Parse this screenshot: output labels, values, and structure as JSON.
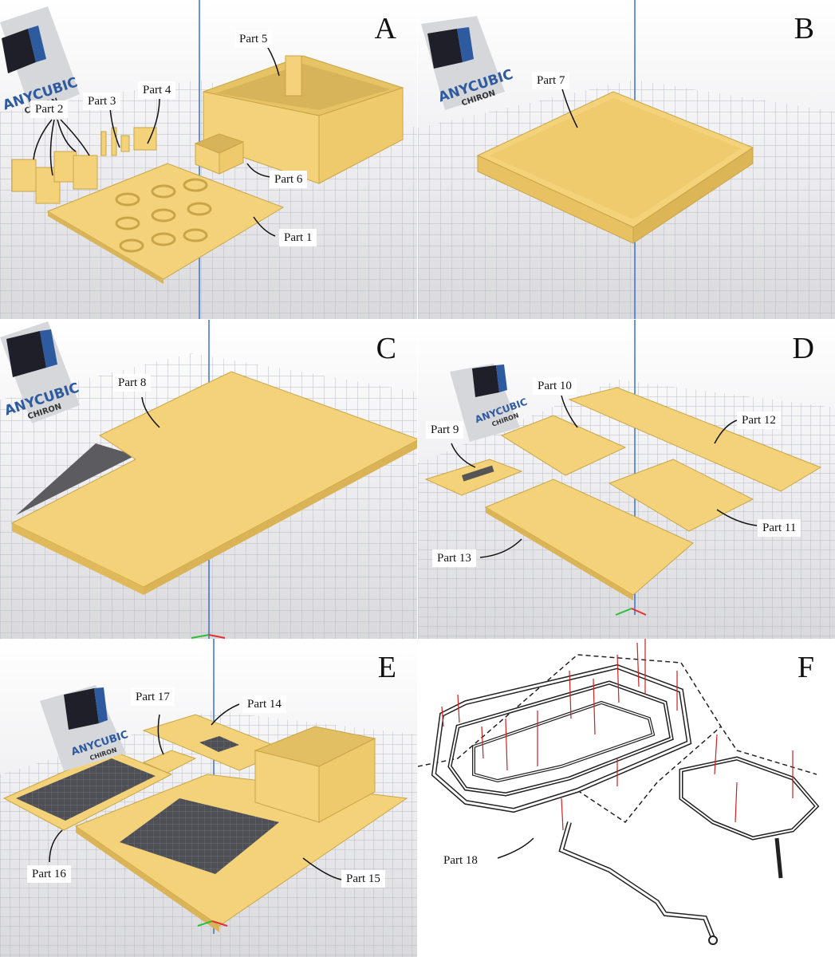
{
  "panels": [
    {
      "letter": "A",
      "parts": [
        "Part 1",
        "Part 2",
        "Part 3",
        "Part 4",
        "Part 5",
        "Part 6"
      ]
    },
    {
      "letter": "B",
      "parts": [
        "Part 7"
      ]
    },
    {
      "letter": "C",
      "parts": [
        "Part 8"
      ]
    },
    {
      "letter": "D",
      "parts": [
        "Part 9",
        "Part 10",
        "Part 11",
        "Part 12",
        "Part 13"
      ]
    },
    {
      "letter": "E",
      "parts": [
        "Part 14",
        "Part 15",
        "Part 16",
        "Part 17"
      ]
    },
    {
      "letter": "F",
      "parts": [
        "Part 18"
      ]
    }
  ],
  "logo": {
    "brand_a": "ANY",
    "brand_b": "CUBIC",
    "model": "CHIRON"
  },
  "colors": {
    "part_fill": "#f3d27a",
    "part_edge": "#c9a548",
    "grid": "#b9bcc4",
    "axis": "#3a6fd8",
    "trace": "#222222",
    "via": "#cc2222"
  }
}
